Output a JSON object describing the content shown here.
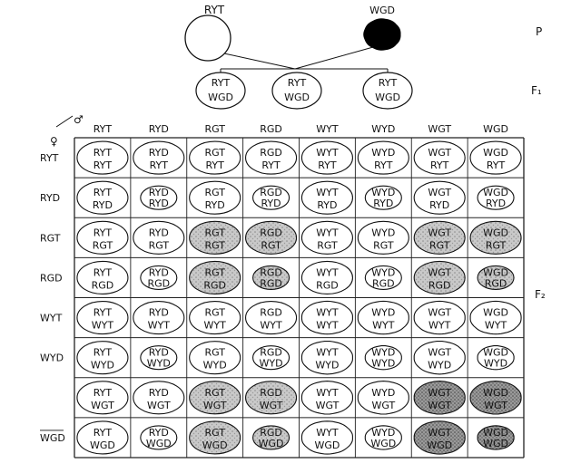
{
  "parents": {
    "p1_label": "RYT",
    "p2_label": "WGD",
    "generation_label": "P"
  },
  "f1": {
    "label": "F₁",
    "offspring": [
      {
        "line1": "RYT",
        "line2": "WGD"
      },
      {
        "line1": "RYT",
        "line2": "WGD"
      },
      {
        "line1": "RYT",
        "line2": "WGD"
      }
    ]
  },
  "f2": {
    "label": "F₂",
    "male_symbol": "♂",
    "female_symbol": "♀",
    "columns": [
      "RYT",
      "RYD",
      "RGT",
      "RGD",
      "WYT",
      "WYD",
      "WGT",
      "WGD"
    ],
    "rows": [
      {
        "label": "RYT"
      },
      {
        "label": "RYD"
      },
      {
        "label": "RGT"
      },
      {
        "label": "RGD"
      },
      {
        "label": "WYT"
      },
      {
        "label": "WYD"
      },
      {
        "label": ""
      },
      {
        "label": "WGD"
      }
    ],
    "cell_gametes": [
      "RYT",
      "RYD",
      "RGT",
      "RGD",
      "WYT",
      "WYD",
      "WGT",
      "WGD"
    ]
  }
}
